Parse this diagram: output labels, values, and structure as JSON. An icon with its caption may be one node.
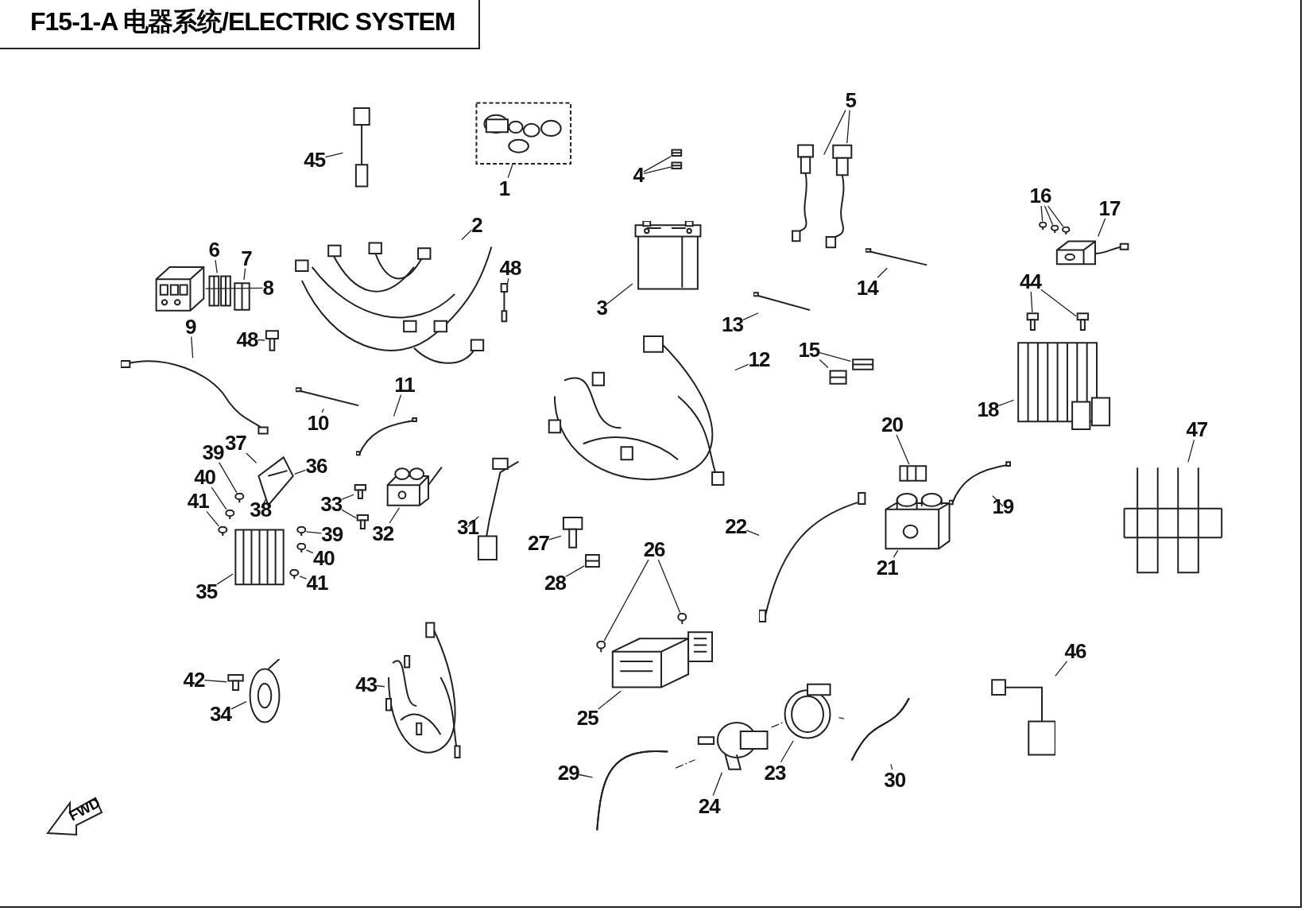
{
  "diagram": {
    "title": "F15-1-A 电器系统/ELECTRIC SYSTEM",
    "nodes": [
      {
        "text": [
          "1"
        ]
      },
      {
        "text": [],
        "shape": "picture"
      },
      {
        "text": [
          "2"
        ]
      },
      {
        "text": [],
        "shape": "picture"
      },
      {
        "text": [
          "3"
        ]
      },
      {
        "text": [],
        "shape": "picture"
      },
      {
        "text": [
          "4"
        ]
      },
      {
        "text": [],
        "shape": "picture"
      },
      {
        "text": [],
        "shape": "picture"
      },
      {
        "text": [
          "5"
        ]
      },
      {
        "text": [],
        "shape": "picture"
      },
      {
        "text": [],
        "shape": "picture"
      },
      {
        "text": [
          "6"
        ]
      },
      {
        "text": [
          "7"
        ]
      },
      {
        "text": [
          "8"
        ]
      },
      {
        "text": [],
        "shape": "picture"
      },
      {
        "text": [],
        "shape": "picture"
      },
      {
        "text": [],
        "shape": "picture"
      },
      {
        "text": [
          "9"
        ]
      },
      {
        "text": [],
        "shape": "picture"
      },
      {
        "text": [
          "10"
        ]
      },
      {
        "text": [],
        "shape": "picture"
      },
      {
        "text": [
          "11"
        ]
      },
      {
        "text": [],
        "shape": "picture"
      },
      {
        "text": [
          "12"
        ]
      },
      {
        "text": [],
        "shape": "picture"
      },
      {
        "text": [
          "13"
        ]
      },
      {
        "text": [],
        "shape": "picture"
      },
      {
        "text": [
          "14"
        ]
      },
      {
        "text": [],
        "shape": "picture"
      },
      {
        "text": [
          "15"
        ]
      },
      {
        "text": [],
        "shape": "picture"
      },
      {
        "text": [],
        "shape": "picture"
      },
      {
        "text": [
          "16"
        ]
      },
      {
        "text": [],
        "shape": "picture"
      },
      {
        "text": [],
        "shape": "picture"
      },
      {
        "text": [],
        "shape": "picture"
      },
      {
        "text": [
          "17"
        ]
      },
      {
        "text": [],
        "shape": "picture"
      },
      {
        "text": [
          "44"
        ]
      },
      {
        "text": [],
        "shape": "picture"
      },
      {
        "text": [],
        "shape": "picture"
      },
      {
        "text": [
          "18"
        ]
      },
      {
        "text": [],
        "shape": "picture"
      },
      {
        "text": [
          "20"
        ]
      },
      {
        "text": [],
        "shape": "picture"
      },
      {
        "text": [
          "19"
        ]
      },
      {
        "text": [],
        "shape": "picture"
      },
      {
        "text": [
          "21"
        ]
      },
      {
        "text": [],
        "shape": "picture"
      },
      {
        "text": [
          "22"
        ]
      },
      {
        "text": [],
        "shape": "picture"
      },
      {
        "text": [
          "47"
        ]
      },
      {
        "text": [],
        "shape": "picture"
      },
      {
        "text": [
          "39"
        ]
      },
      {
        "text": [
          "37"
        ]
      },
      {
        "text": [
          "36"
        ]
      },
      {
        "text": [
          "40"
        ]
      },
      {
        "text": [
          "38"
        ]
      },
      {
        "text": [
          "41"
        ]
      },
      {
        "text": [
          "39"
        ]
      },
      {
        "text": [
          "40"
        ]
      },
      {
        "text": [
          "41"
        ]
      },
      {
        "text": [
          "35"
        ]
      },
      {
        "text": [],
        "shape": "picture"
      },
      {
        "text": [],
        "shape": "picture"
      },
      {
        "text": [],
        "shape": "picture"
      },
      {
        "text": [],
        "shape": "picture"
      },
      {
        "text": [],
        "shape": "picture"
      },
      {
        "text": [],
        "shape": "picture"
      },
      {
        "text": [],
        "shape": "picture"
      },
      {
        "text": [],
        "shape": "picture"
      },
      {
        "text": [
          "33"
        ]
      },
      {
        "text": [],
        "shape": "picture"
      },
      {
        "text": [],
        "shape": "picture"
      },
      {
        "text": [
          "32"
        ]
      },
      {
        "text": [],
        "shape": "picture"
      },
      {
        "text": [
          "31"
        ]
      },
      {
        "text": [],
        "shape": "picture"
      },
      {
        "text": [
          "27"
        ]
      },
      {
        "text": [],
        "shape": "picture"
      },
      {
        "text": [
          "28"
        ]
      },
      {
        "text": [],
        "shape": "picture"
      },
      {
        "text": [
          "26"
        ]
      },
      {
        "text": [],
        "shape": "picture"
      },
      {
        "text": [],
        "shape": "picture"
      },
      {
        "text": [
          "25"
        ]
      },
      {
        "text": [],
        "shape": "picture"
      },
      {
        "text": [
          "43"
        ]
      },
      {
        "text": [],
        "shape": "picture"
      },
      {
        "text": [
          "42"
        ]
      },
      {
        "text": [],
        "shape": "picture"
      },
      {
        "text": [
          "34"
        ]
      },
      {
        "text": [],
        "shape": "picture"
      },
      {
        "text": [
          "45"
        ]
      },
      {
        "text": [],
        "shape": "picture"
      },
      {
        "text": [
          "48"
        ]
      },
      {
        "text": [],
        "shape": "picture"
      },
      {
        "text": [
          "48"
        ]
      },
      {
        "text": [],
        "shape": "picture"
      },
      {
        "text": [
          "46"
        ]
      },
      {
        "text": [],
        "shape": "picture"
      },
      {
        "text": [
          "29"
        ]
      },
      {
        "text": [],
        "shape": "picture"
      },
      {
        "text": [
          "24"
        ]
      },
      {
        "text": [],
        "shape": "picture"
      },
      {
        "text": [
          "23"
        ]
      },
      {
        "text": [],
        "shape": "picture"
      },
      {
        "text": [
          "30"
        ]
      },
      {
        "text": [],
        "shape": "picture"
      }
    ],
    "edges": [
      {
        "from": 0,
        "to": 1,
        "arrow": "none"
      },
      {
        "from": 2,
        "to": 3,
        "arrow": "none"
      },
      {
        "from": 4,
        "to": 5,
        "arrow": "none"
      },
      {
        "from": 6,
        "to": 7,
        "arrow": "none"
      },
      {
        "from": 6,
        "to": 8,
        "arrow": "none"
      },
      {
        "from": 9,
        "to": 10,
        "arrow": "none"
      },
      {
        "from": 9,
        "to": 11,
        "arrow": "none"
      },
      {
        "from": 12,
        "to": 16,
        "arrow": "none"
      },
      {
        "from": 13,
        "to": 17,
        "arrow": "none"
      },
      {
        "from": 14,
        "to": 15,
        "arrow": "none"
      },
      {
        "from": 18,
        "to": 19,
        "arrow": "none"
      },
      {
        "from": 20,
        "to": 21,
        "arrow": "none"
      },
      {
        "from": 22,
        "to": 23,
        "arrow": "none"
      },
      {
        "from": 24,
        "to": 25,
        "arrow": "none"
      },
      {
        "from": 26,
        "to": 27,
        "arrow": "none"
      },
      {
        "from": 28,
        "to": 29,
        "arrow": "none"
      },
      {
        "from": 30,
        "to": 31,
        "arrow": "none"
      },
      {
        "from": 30,
        "to": 32,
        "arrow": "none"
      },
      {
        "from": 33,
        "to": 34,
        "arrow": "none"
      },
      {
        "from": 33,
        "to": 35,
        "arrow": "none"
      },
      {
        "from": 33,
        "to": 36,
        "arrow": "none"
      },
      {
        "from": 37,
        "to": 38,
        "arrow": "none"
      },
      {
        "from": 39,
        "to": 40,
        "arrow": "none"
      },
      {
        "from": 39,
        "to": 41,
        "arrow": "none"
      },
      {
        "from": 42,
        "to": 43,
        "arrow": "none"
      },
      {
        "from": 44,
        "to": 45,
        "arrow": "none"
      },
      {
        "from": 46,
        "to": 47,
        "arrow": "none"
      },
      {
        "from": 48,
        "to": 49,
        "arrow": "none"
      },
      {
        "from": 50,
        "to": 51,
        "arrow": "none"
      },
      {
        "from": 52,
        "to": 53,
        "arrow": "none"
      },
      {
        "from": 54,
        "to": 65,
        "arrow": "none"
      },
      {
        "from": 55,
        "to": 64,
        "arrow": "none"
      },
      {
        "from": 56,
        "to": 64,
        "arrow": "none"
      },
      {
        "from": 57,
        "to": 66,
        "arrow": "none"
      },
      {
        "from": 58,
        "to": 64,
        "arrow": "none"
      },
      {
        "from": 59,
        "to": 67,
        "arrow": "none"
      },
      {
        "from": 60,
        "to": 68,
        "arrow": "none"
      },
      {
        "from": 61,
        "to": 69,
        "arrow": "none"
      },
      {
        "from": 62,
        "to": 70,
        "arrow": "none"
      },
      {
        "from": 63,
        "to": 71,
        "arrow": "none"
      },
      {
        "from": 72,
        "to": 73,
        "arrow": "none"
      },
      {
        "from": 72,
        "to": 74,
        "arrow": "none"
      },
      {
        "from": 75,
        "to": 76,
        "arrow": "none"
      },
      {
        "from": 77,
        "to": 78,
        "arrow": "none"
      },
      {
        "from": 79,
        "to": 80,
        "arrow": "none"
      },
      {
        "from": 81,
        "to": 82,
        "arrow": "none"
      },
      {
        "from": 83,
        "to": 84,
        "arrow": "none"
      },
      {
        "from": 83,
        "to": 85,
        "arrow": "none"
      },
      {
        "from": 86,
        "to": 87,
        "arrow": "none"
      },
      {
        "from": 88,
        "to": 89,
        "arrow": "none"
      },
      {
        "from": 90,
        "to": 91,
        "arrow": "none"
      },
      {
        "from": 92,
        "to": 93,
        "arrow": "none"
      },
      {
        "from": 94,
        "to": 95,
        "arrow": "none"
      },
      {
        "from": 96,
        "to": 97,
        "arrow": "none"
      },
      {
        "from": 98,
        "to": 99,
        "arrow": "none"
      },
      {
        "from": 100,
        "to": 101,
        "arrow": "none"
      },
      {
        "from": 102,
        "to": 103,
        "arrow": "none"
      },
      {
        "from": 104,
        "to": 105,
        "arrow": "none"
      },
      {
        "from": 106,
        "to": 107,
        "arrow": "none"
      },
      {
        "from": 108,
        "to": 109,
        "arrow": "none"
      },
      {
        "from": 103,
        "to": 105,
        "arrow": "none",
        "style": "dashed"
      },
      {
        "from": 105,
        "to": 107,
        "arrow": "none",
        "style": "dashed"
      },
      {
        "from": 107,
        "to": 109,
        "arrow": "none",
        "style": "dashed"
      }
    ],
    "labels": [
      "FWD"
    ]
  }
}
